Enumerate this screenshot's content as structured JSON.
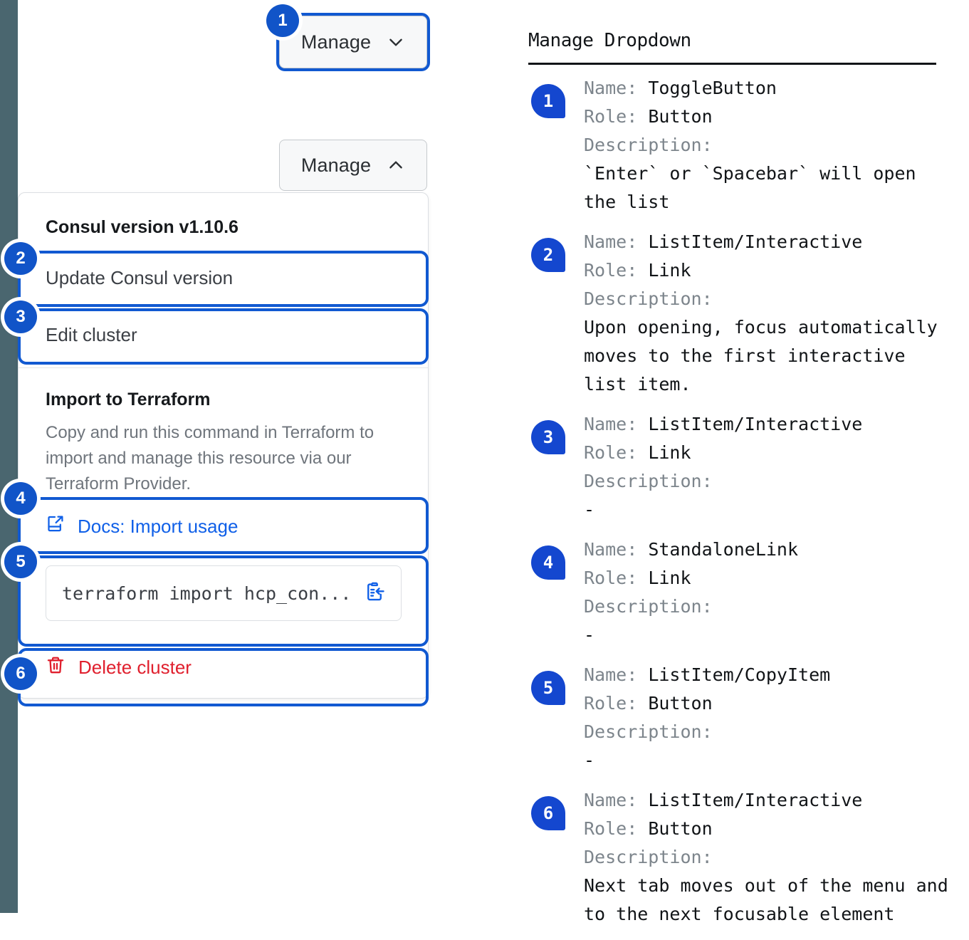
{
  "left": {
    "rail_color": "#4a666f",
    "accent_color": "#1154c8",
    "danger_color": "#e0202e",
    "toggle_closed": {
      "label": "Manage",
      "icon": "chevron-down-icon"
    },
    "toggle_open": {
      "label": "Manage",
      "icon": "chevron-up-icon"
    },
    "dropdown": {
      "header": "Consul version v1.10.6",
      "item_update": "Update Consul version",
      "item_edit": "Edit cluster",
      "terraform_title": "Import to Terraform",
      "terraform_desc": "Copy and run this command in Terraform to import and manage this resource via our Terraform Provider.",
      "docs_link": "Docs: Import usage",
      "docs_icon": "docs-external-link-icon",
      "code_value": "terraform import hcp_con...",
      "copy_icon": "copy-to-clipboard-icon",
      "delete_label": "Delete cluster",
      "delete_icon": "trash-icon"
    },
    "badges": [
      "1",
      "2",
      "3",
      "4",
      "5",
      "6"
    ]
  },
  "right": {
    "title": "Manage Dropdown",
    "labels": {
      "name": "Name:",
      "role": "Role:",
      "description": "Description:"
    },
    "items": [
      {
        "badge": "1",
        "name": "ToggleButton",
        "role": "Button",
        "description": "`Enter` or `Spacebar` will open\nthe list"
      },
      {
        "badge": "2",
        "name": "ListItem/Interactive",
        "role": "Link",
        "description": "Upon opening, focus automatically\nmoves to the first interactive\nlist item."
      },
      {
        "badge": "3",
        "name": "ListItem/Interactive",
        "role": "Link",
        "description": "-"
      },
      {
        "badge": "4",
        "name": "StandaloneLink",
        "role": "Link",
        "description": "-"
      },
      {
        "badge": "5",
        "name": "ListItem/CopyItem",
        "role": "Button",
        "description": "-"
      },
      {
        "badge": "6",
        "name": "ListItem/Interactive",
        "role": "Button",
        "description": "Next tab moves out of the menu and\nto the next focusable element"
      }
    ]
  }
}
